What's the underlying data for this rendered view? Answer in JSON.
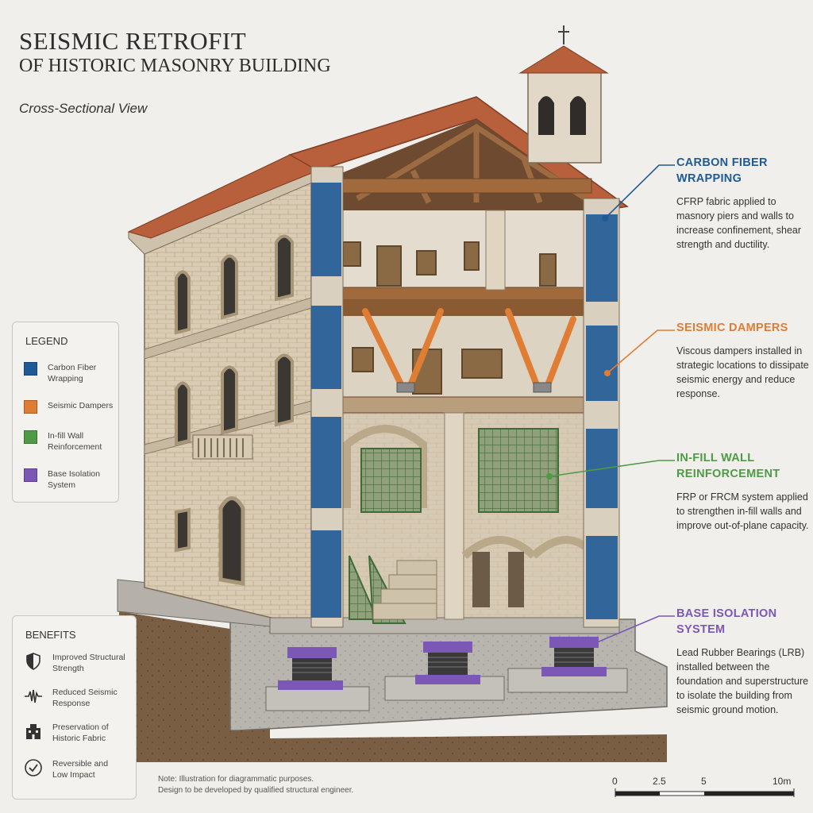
{
  "header": {
    "title_line1": "SEISMIC RETROFIT",
    "title_line2": "OF HISTORIC MASONRY BUILDING",
    "subtitle": "Cross-Sectional View"
  },
  "colors": {
    "carbon_fiber": "#1f5a96",
    "dampers": "#e07d35",
    "infill": "#4f9a45",
    "isolation": "#7b57b6"
  },
  "legend": {
    "title": "LEGEND",
    "items": [
      {
        "label": "Carbon Fiber Wrapping",
        "color": "#1f5a96"
      },
      {
        "label": "Seismic Dampers",
        "color": "#e07d35"
      },
      {
        "label": "In-fill Wall Reinforcement",
        "color": "#4f9a45"
      },
      {
        "label": "Base Isolation System",
        "color": "#7b57b6"
      }
    ]
  },
  "benefits": {
    "title": "BENEFITS",
    "items": [
      {
        "label": "Improved Structural Strength",
        "icon": "shield-icon"
      },
      {
        "label": "Reduced Seismic Response",
        "icon": "waveform-icon"
      },
      {
        "label": "Preservation of Historic Fabric",
        "icon": "building-icon"
      },
      {
        "label": "Reversible and Low Impact",
        "icon": "check-circle-icon"
      }
    ]
  },
  "callouts": [
    {
      "title": "CARBON FIBER WRAPPING",
      "description": "CFRP fabric applied to masnory piers and walls to increase confinement, shear strength and ductility.",
      "color": "#1f5a96"
    },
    {
      "title": "SEISMIC DAMPERS",
      "description": "Viscous dampers installed in strategic locations to dissipate seismic energy and reduce response.",
      "color": "#e07d35"
    },
    {
      "title": "IN-FILL WALL REINFORCEMENT",
      "description": "FRP or FRCM system applied to strengthen in-fill walls and improve out-of-plane capacity.",
      "color": "#4f9a45"
    },
    {
      "title": "BASE ISOLATION SYSTEM",
      "description": "Lead Rubber Bearings (LRB) installed between the foundation and superstructure to isolate the building from seismic ground motion.",
      "color": "#7b57b6"
    }
  ],
  "note": {
    "line1": "Note: Illustration for diagrammatic purposes.",
    "line2": "Design to be developed by qualified structural engineer."
  },
  "scale": {
    "ticks": [
      "0",
      "2.5",
      "5",
      "10m"
    ]
  }
}
